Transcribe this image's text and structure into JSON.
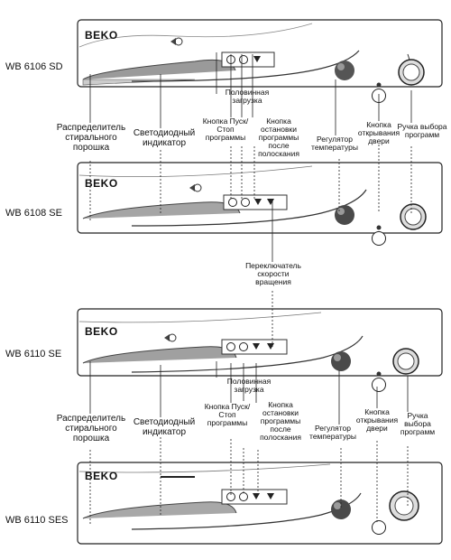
{
  "brand": "BEKO",
  "models": [
    "WB 6106 SD",
    "WB 6108 SE",
    "WB 6110 SE",
    "WB 6110 SES"
  ],
  "labels": {
    "dispenser": "Распределитель стирального порошка",
    "led": "Светодиодный индикатор",
    "half_load": "Половинная загрузка",
    "start_stop": "Кнопка Пуск/Стоп программы",
    "rinse_hold": "Кнопка остановки программы после полоскания",
    "temperature": "Регулятор температуры",
    "door": "Кнопка открывания двери",
    "program": "Ручка выбора программ",
    "spin": "Переключатель скорости вращения"
  }
}
